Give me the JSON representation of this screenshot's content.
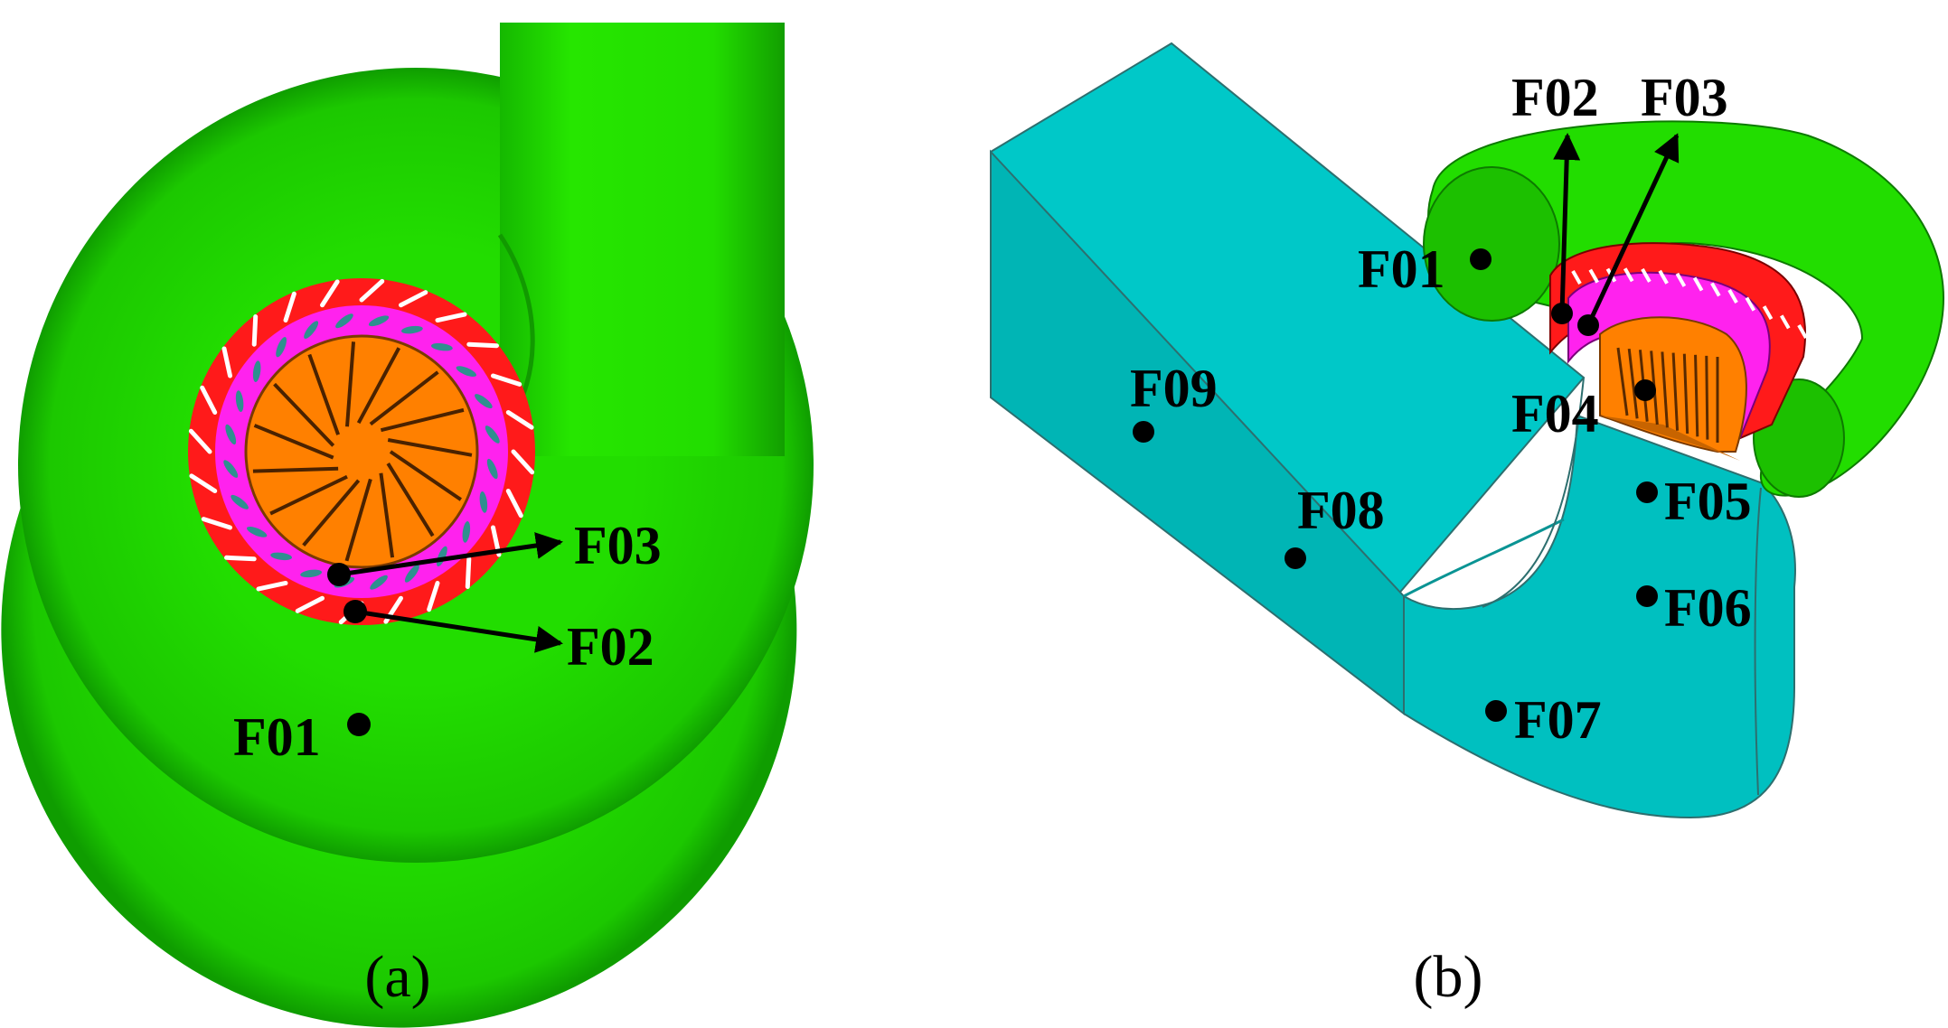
{
  "colors": {
    "volute": "#22dd00",
    "volute_dark": "#11a800",
    "stay_vanes_ring": "#ff1a1a",
    "guide_vanes_ring": "#ff22ee",
    "runner": "#ff8000",
    "draft_tube": "#00c4c4",
    "draft_tube_dark": "#00a6a6",
    "point": "#000000"
  },
  "panel_a": {
    "caption": "(a)",
    "labels": {
      "f01": "F01",
      "f02": "F02",
      "f03": "F03"
    }
  },
  "panel_b": {
    "caption": "(b)",
    "labels": {
      "f01": "F01",
      "f02": "F02",
      "f03": "F03",
      "f04": "F04",
      "f05": "F05",
      "f06": "F06",
      "f07": "F07",
      "f08": "F08",
      "f09": "F09"
    }
  }
}
